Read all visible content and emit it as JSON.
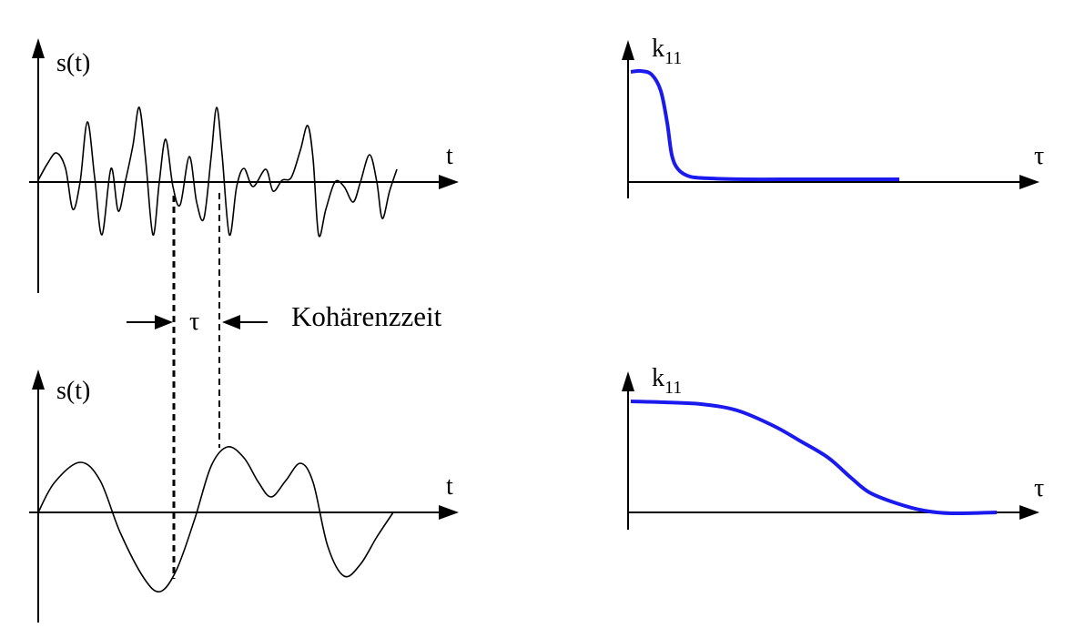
{
  "colors": {
    "ink": "#000000",
    "curve_blue": "#1a1aee",
    "background": "#ffffff"
  },
  "panels": {
    "top_left": {
      "y_label": "s(t)",
      "x_label": "t"
    },
    "bottom_left": {
      "y_label": "s(t)",
      "x_label": "t"
    },
    "top_right": {
      "y_label_main": "k",
      "y_label_sub": "11",
      "x_label": "τ"
    },
    "bottom_right": {
      "y_label_main": "k",
      "y_label_sub": "11",
      "x_label": "τ"
    }
  },
  "annotation": {
    "tau_label": "τ",
    "coherence_label": "Kohärenzzeit"
  }
}
